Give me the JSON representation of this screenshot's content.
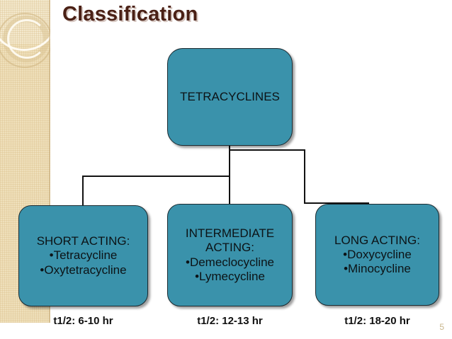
{
  "slide": {
    "title": "Classification",
    "number": "5",
    "accent_color": "#3a92ab",
    "title_color": "#4a2015",
    "band_color": "#efe0bb"
  },
  "diagram": {
    "root": {
      "label": "TETRACYCLINES"
    },
    "branches": [
      {
        "heading": "SHORT ACTING:",
        "items": [
          "•Tetracycline",
          "•Oxytetracycline"
        ],
        "half_life": "t1/2: 6-10 hr"
      },
      {
        "heading_line1": "INTERMEDIATE",
        "heading_line2": "ACTING:",
        "items": [
          "•Demeclocycline",
          "•Lymecycline"
        ],
        "half_life": "t1/2: 12-13 hr"
      },
      {
        "heading": "LONG ACTING:",
        "items": [
          "•Doxycycline",
          "•Minocycline"
        ],
        "half_life": "t1/2: 18-20 hr"
      }
    ]
  }
}
